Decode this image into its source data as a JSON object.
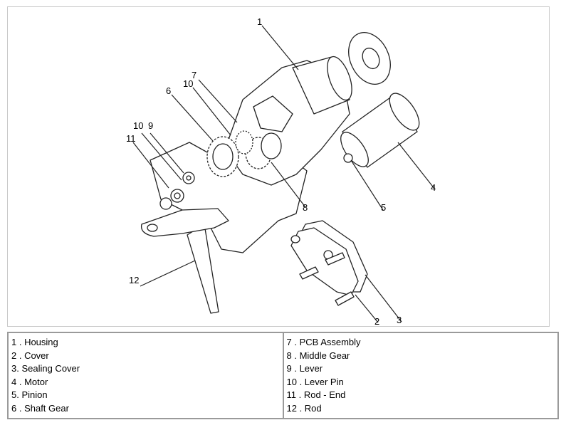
{
  "callouts": {
    "c1": "1",
    "c2": "2",
    "c3": "3",
    "c4": "4",
    "c5": "5",
    "c6": "6",
    "c7": "7",
    "c8": "8",
    "c9": "9",
    "c10a": "10",
    "c10b": "10",
    "c11": "11",
    "c12": "12"
  },
  "legend": {
    "left": [
      "1 . Housing",
      "2 . Cover",
      "3. Sealing Cover",
      "4 . Motor",
      "5. Pinion",
      "6 . Shaft Gear"
    ],
    "right": [
      "7 . PCB Assembly",
      "8 . Middle Gear",
      "9 . Lever",
      "10 . Lever Pin",
      "11 . Rod - End",
      "12 . Rod"
    ]
  }
}
